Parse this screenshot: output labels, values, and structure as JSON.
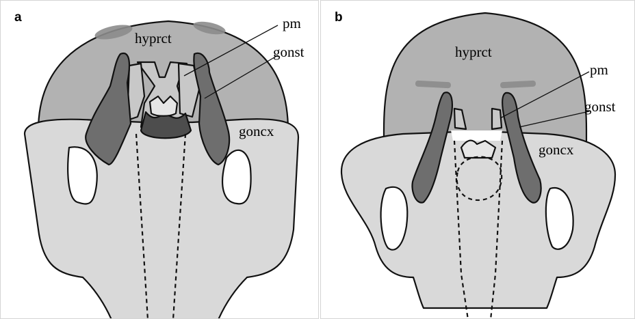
{
  "figure": {
    "panel_a": {
      "letter": "a",
      "labels": {
        "hyprct": "hyprct",
        "pm": "pm",
        "gonst": "gonst",
        "goncx": "goncx"
      }
    },
    "panel_b": {
      "letter": "b",
      "labels": {
        "hyprct": "hyprct",
        "pm": "pm",
        "gonst": "gonst",
        "goncx": "goncx"
      }
    }
  },
  "colors": {
    "hypandrium_tergite": "#b2b2b2",
    "gonocoxite": "#d9d9d9",
    "gonostylus": "#6e6e6e",
    "lobe_dark": "#4d4d4d",
    "outline": "#111111"
  }
}
